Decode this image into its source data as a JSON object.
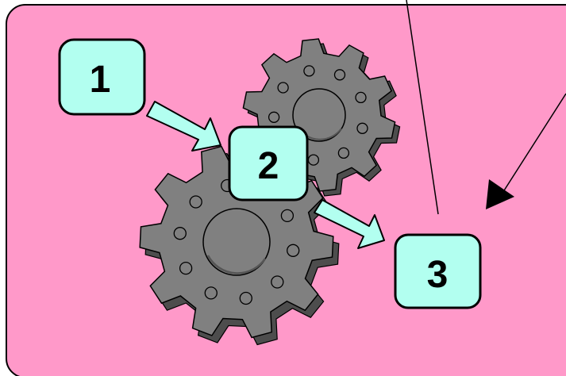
{
  "steps": [
    {
      "label": "1"
    },
    {
      "label": "2"
    },
    {
      "label": "3"
    }
  ],
  "colors": {
    "panel": "#ff99c9",
    "box": "#b2fff0",
    "gear": "#808080",
    "gear_shadow": "#4d4d4d",
    "outline": "#000000"
  },
  "icons": [
    "gear-icon",
    "arrow-icon"
  ]
}
